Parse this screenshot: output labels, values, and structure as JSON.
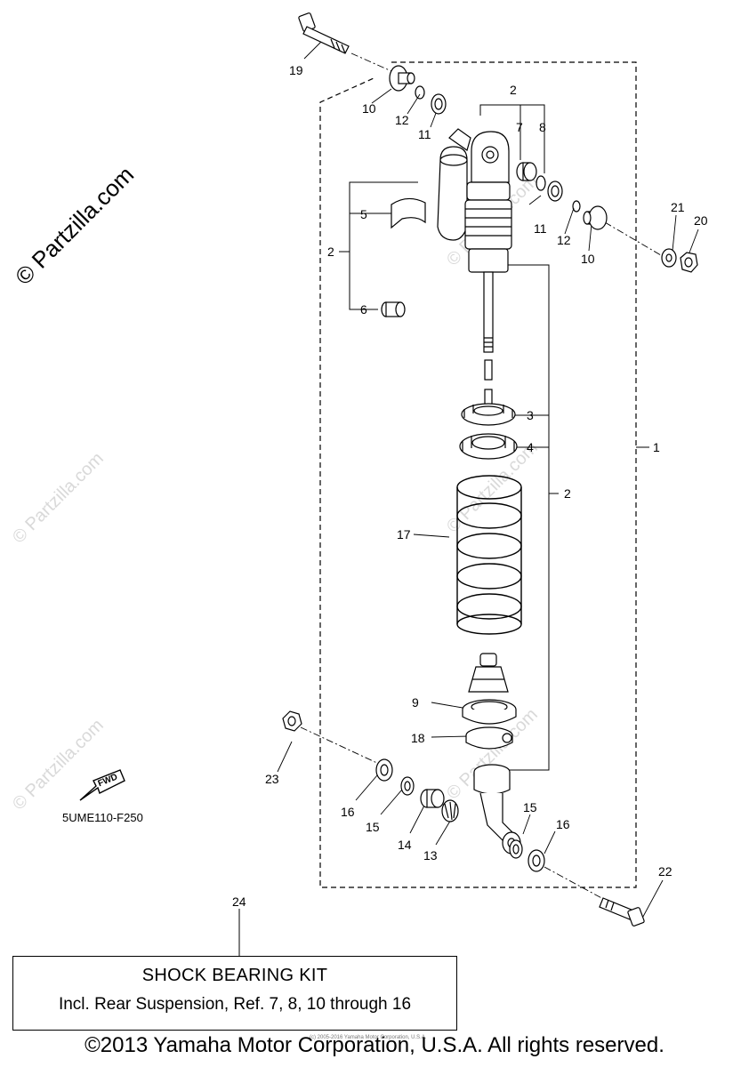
{
  "diagram": {
    "watermark": "© Partzilla.com",
    "reference_code": "5UME110-F250",
    "fwd_label": "FWD",
    "callouts": [
      "19",
      "10",
      "12",
      "11",
      "2",
      "7",
      "8",
      "5",
      "2",
      "6",
      "11",
      "12",
      "10",
      "21",
      "20",
      "3",
      "4",
      "1",
      "2",
      "17",
      "9",
      "18",
      "23",
      "16",
      "15",
      "14",
      "13",
      "15",
      "16",
      "22",
      "24"
    ]
  },
  "kit": {
    "title": "SHOCK BEARING KIT",
    "description": "Incl. Rear Suspension, Ref. 7, 8, 10 through 16"
  },
  "footer": {
    "copyright": "©2013 Yamaha Motor Corporation, U.S.A. All rights reserved.",
    "fine_print": "(c) 2005-2016 Yamaha Motor Corporation, U.S.A."
  }
}
